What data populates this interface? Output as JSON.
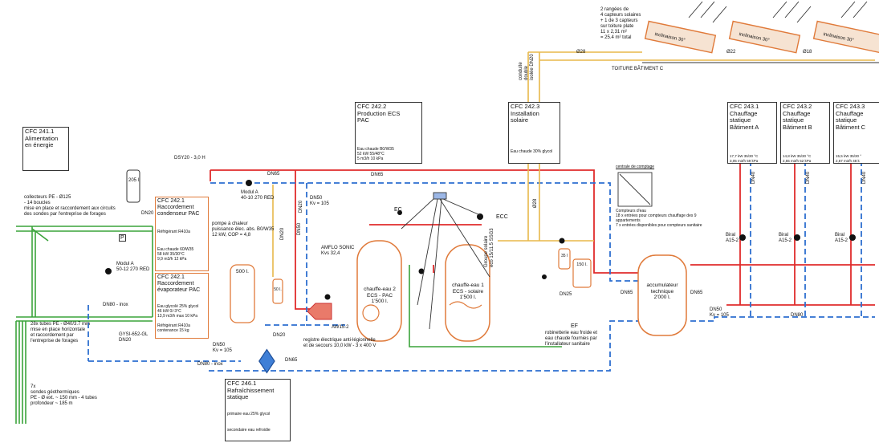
{
  "colors": {
    "hot": "#e02b2b",
    "cold": "#2d6fd0",
    "green": "#3aa33a",
    "yellow": "#e8b84a",
    "orange": "#e07a3a",
    "dark": "#333333"
  },
  "cfc_241_1": {
    "title": "CFC 241.1\nAlimentation\nen énergie"
  },
  "collectors_note": "collecteurs PE - Ø125\n- 14 boucles\nmise en place et raccordement aux circuits\ndes sondes par l'entreprise de forages",
  "tubes_note": "28x tubes PE - Ø40/3.7 mm\nmise en place horizontale\net raccordement par\nl'entreprise de forages",
  "probes_note": "7x\nsondes géothermiques\nPE - Ø ext. ~ 150 mm - 4 tubes\nprofondeur ~ 185 m",
  "modul_a_left": "Modul A\n50-12 270 RED",
  "dn80_inox": "DN80 - inox",
  "gysi": "GYSI-652-GL\nDN20",
  "dn50_kv105_left": "DN50\nKv = 105",
  "dn80_inox_bottom": "DN80 - inox",
  "dn65_bottom": "DN65",
  "tank_205": "205 l.",
  "dn20_1": "DN20",
  "dsy": "DSY20 - 3,0 H",
  "pac_cond": {
    "title": "CFC 242.1\nRaccordement\ncondenseur PAC",
    "fluid": "Réfrigérant R410a",
    "data": "Eau chaude 60/W35\n58 kW              35/30°C\n9,9 m3/h            12 kPa"
  },
  "pac_evap": {
    "title": "CFC 242.1\nRaccordement\névaporateur PAC",
    "data": "Eau glycolé 25% glycol\n46 kW               0/-3°C\n13,9 m3/h         max 10 kPa",
    "fluid": "Réfrigérant R410a\ncontenance 15 kg"
  },
  "pump_note": "pompe à chaleur\npuissance élec. abs. B0/W35\n12 kW, COP = 4,8",
  "modul_a_mid": "Modul A\n40-10 270 RED",
  "dn65_top": "DN65",
  "dn50_kv105_mid": "DN50\nKv = 105",
  "dn65_top2": "DN65",
  "tank_500": "500 l.",
  "tank_50": "50 l.",
  "dn20_2": "DN20",
  "dn20_3": "DN20",
  "dn50_v": "DN50",
  "dn20_v": "DN20",
  "amflo": "AMFLO SONIC\nKvs 32,4",
  "aw15": "AW15-2",
  "cfc_242_2": {
    "title": "CFC 242.2\nProduction ECS\nPAC",
    "data": "Eau chaude B0/W35\n52 kW              55/48°C\n5 m3/h              10 kPa"
  },
  "cfc_242_3": {
    "title": "CFC 242.3\nInstallation solaire",
    "data": "Eau chaude 30% glycol"
  },
  "ec": "EC",
  "ecc": "ECC",
  "chauffe_eau_2": "chauffe-eau 2\nECS - PAC\n1'500 l.",
  "chauffe_eau_1": "chauffe-eau 1\nECS - solaire\n1'500 l.",
  "groupe_solaire": "Groupe solaire\neco 15/11.5 SSG3",
  "tank_35": "35 l",
  "tank_150": "150 l.",
  "dn25": "DN25",
  "registre": "registre électrique anti-légionnelle\net de secours 10,0 kW - 3 x 400 V",
  "ef": "EF",
  "robinetterie": "robinetterie eau froide et\neau chaude fournies par\nl'installateur sanitaire",
  "cfc_246_1": {
    "title": "CFC 246.1\nRafraîchissement\nstatique",
    "primary": "primaire eau 25% glycol",
    "secondary": "secondaire eau refroidie"
  },
  "dn65_mid": "DN65",
  "d28_v": "Ø28",
  "solar": {
    "note": "2 rangées de\n4 capteurs solaires\n+ 1 de 3 capteurs\nsur toiture plate\n11 x 2,31 m²\n= 25.4 m² total",
    "incl": "inclinaison 30°",
    "d28": "Ø28",
    "d22": "Ø22",
    "d18": "Ø18",
    "roof": "TOITURE BÂTIMENT C",
    "conduit": "conduite double\nisolée DN20"
  },
  "centrale": {
    "title": "centrale de comptage",
    "note": "Compteurs d'eau\n18 x entrées pour compteurs chauffage des 9 appartements\n7 x entrées disponibles pour compteurs sanitaire"
  },
  "accum": "accumulateur\ntechnique\n2'000 l.",
  "dn65_a": "DN65",
  "dn65_b": "DN65",
  "dn50_kv105_right": "DN50\nKv = 105",
  "dn80_right": "DN80",
  "buildings": [
    {
      "title": "CFC 243.1\nChauffage statique\nBâtiment A",
      "data": "17,7 kW              35/30 °C\n3,05 m3/h             59 kPa",
      "pump": "Biral\nA15-2",
      "dn": "DN40"
    },
    {
      "title": "CFC 243.2\nChauffage statique\nBâtiment B",
      "data": "14,8 kW              35/30 °C\n2,55 m3/h             52 kPa",
      "pump": "Biral\nA15-2",
      "dn": "DN40"
    },
    {
      "title": "CFC 243.3\nChauffage statique\nBâtiment C",
      "data": "15,5 kW              35/30 °\n2,67 m3/h              48 k",
      "pump": "Biral\nA15-2",
      "dn": "DN40"
    }
  ]
}
